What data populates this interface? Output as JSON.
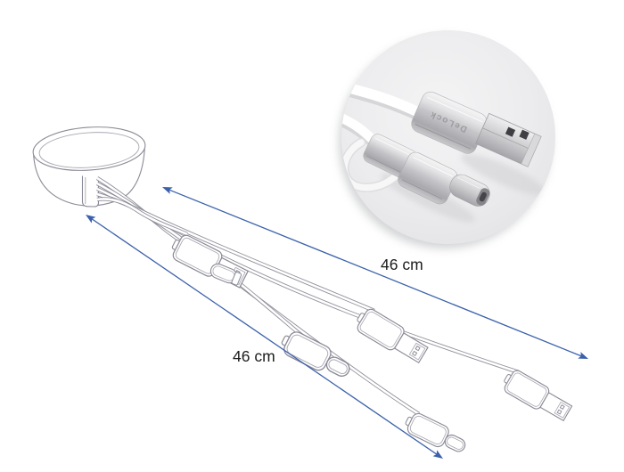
{
  "illustration": {
    "dimension_labels": {
      "top": "46 cm",
      "bottom": "46 cm"
    },
    "inset": {
      "logo_text": "DeLock"
    },
    "colors": {
      "background": "#ffffff",
      "line_art_stroke": "#8A8A96",
      "dimension_blue": "#3B61AB",
      "label_text": "#1C1C1C",
      "inset_circle_fill": "#ECECEE",
      "metal_silver": "#C3C3C7",
      "cable_white": "#FFFFFF"
    }
  }
}
